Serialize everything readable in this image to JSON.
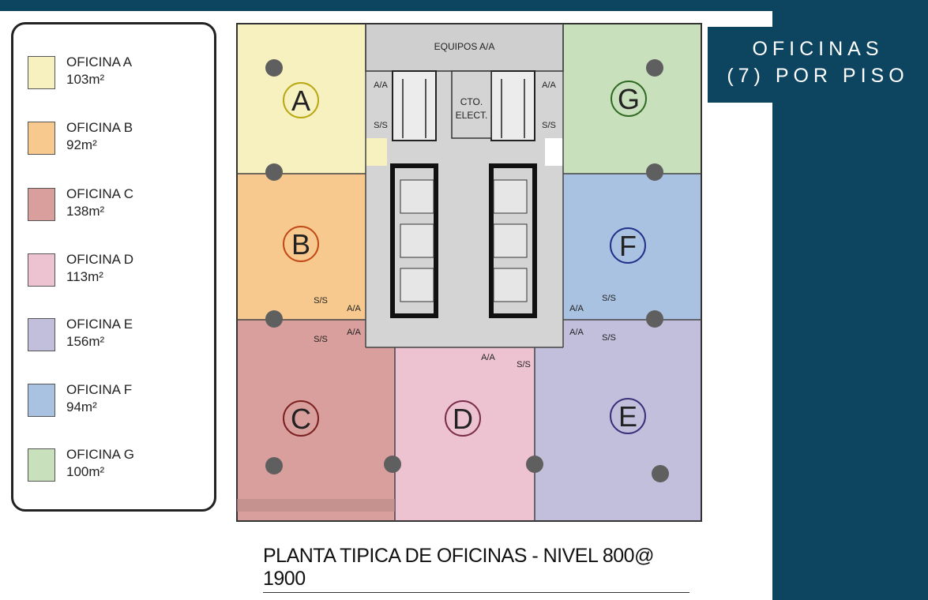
{
  "header": {
    "line1": "OFICINAS",
    "line2": "(7) POR PISO"
  },
  "legend": {
    "items": [
      {
        "name": "OFICINA A",
        "area": "103m²",
        "color": "#f7f0bf"
      },
      {
        "name": "OFICINA B",
        "area": "92m²",
        "color": "#f8c98e"
      },
      {
        "name": "OFICINA C",
        "area": "138m²",
        "color": "#d99f9c"
      },
      {
        "name": "OFICINA D",
        "area": "113m²",
        "color": "#eec3d1"
      },
      {
        "name": "OFICINA E",
        "area": "156m²",
        "color": "#c2bfdc"
      },
      {
        "name": "OFICINA F",
        "area": "94m²",
        "color": "#a9c2e1"
      },
      {
        "name": "OFICINA G",
        "area": "100m²",
        "color": "#c9e0bd"
      }
    ]
  },
  "plan": {
    "office_labels": {
      "a": "A",
      "b": "B",
      "c": "C",
      "d": "D",
      "e": "E",
      "f": "F",
      "g": "G"
    },
    "rooms": {
      "equipos": "EQUIPOS A/A",
      "cto_line1": "CTO.",
      "cto_line2": "ELECT.",
      "aa": "A/A",
      "ss": "S/S"
    }
  },
  "caption": "PLANTA TIPICA DE OFICINAS - NIVEL 800@ 1900",
  "colors": {
    "panel": "#0d4560",
    "core": "#d4d4d4",
    "elevator_frame": "#111111"
  }
}
